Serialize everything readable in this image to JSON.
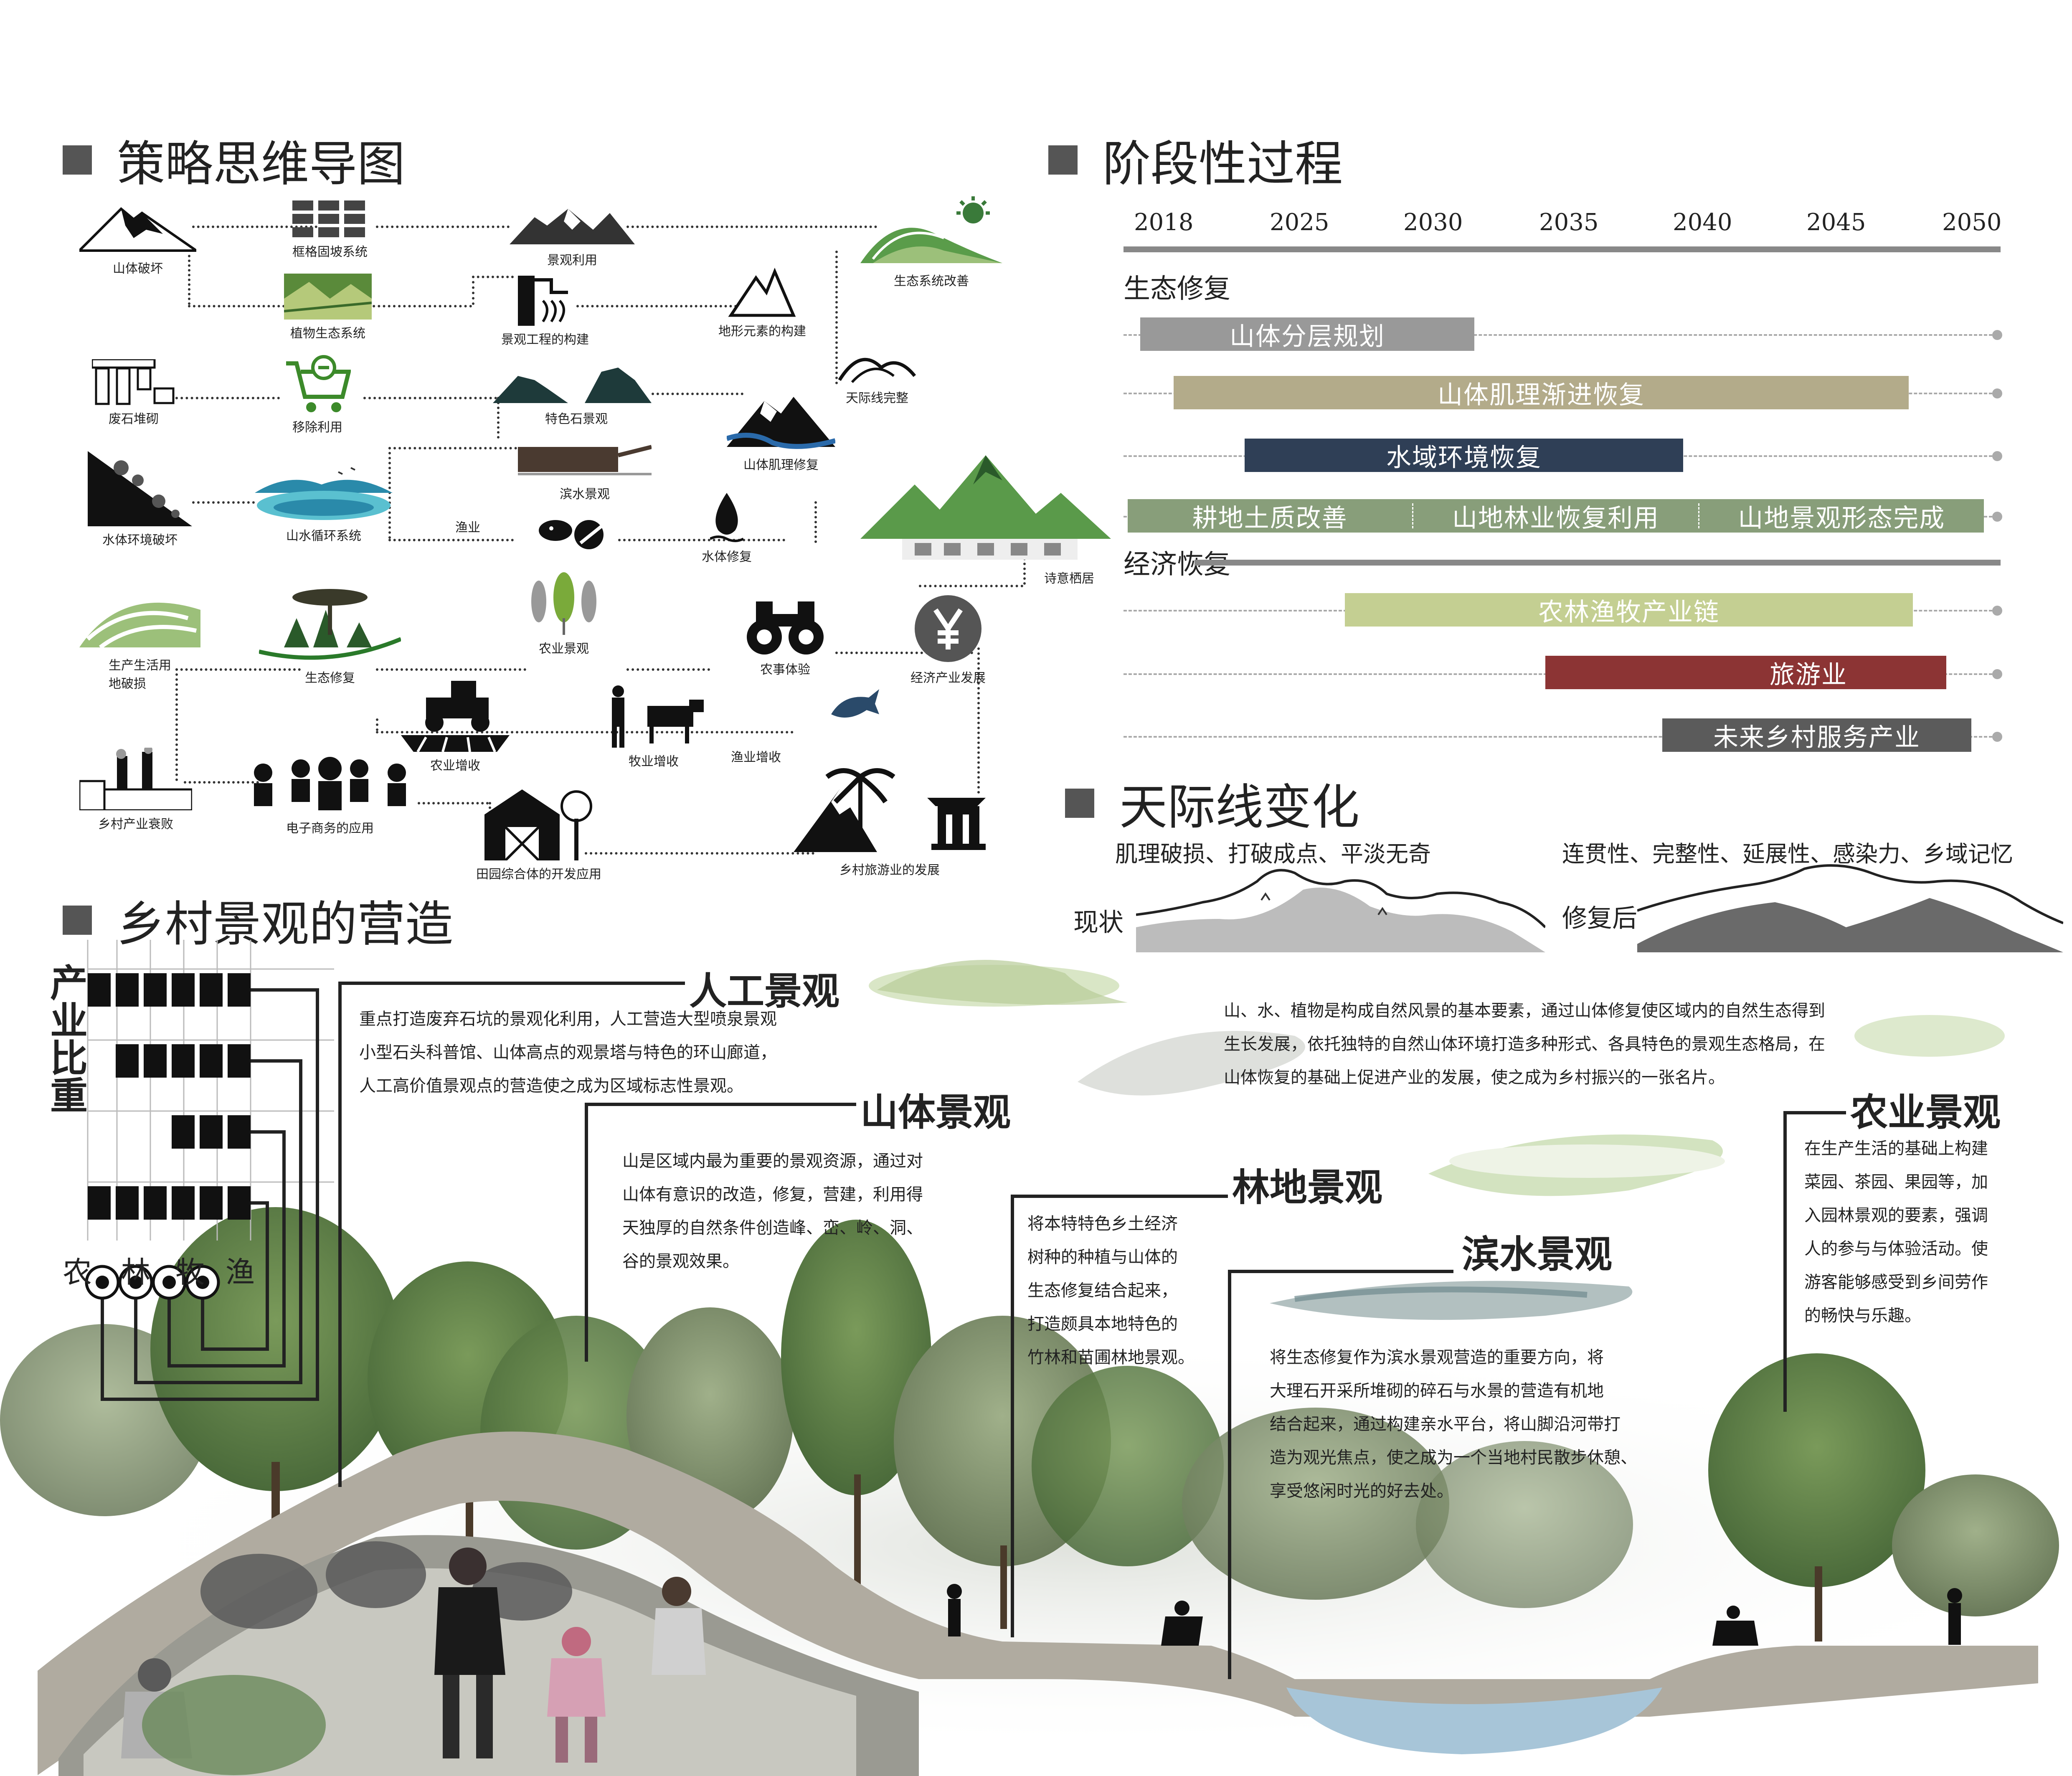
{
  "mindmap": {
    "title": "策略思维导图",
    "nodes": {
      "mountain_damage": "山体破坏",
      "frame_slope": "框格固坡系统",
      "landscape_use": "景观利用",
      "eco_improve": "生态系统改善",
      "plant_eco": "植物生态系统",
      "landscape_engineering": "景观工程的构建",
      "terrain_elements": "地形元素的构建",
      "waste_stone": "废石堆砌",
      "remove_use": "移除利用",
      "feature_stone": "特色石景观",
      "skyline_complete": "天际线完整",
      "mountain_texture": "山体肌理修复",
      "waterfront": "滨水景观",
      "water_damage": "水体环境破坏",
      "landwater_cycle": "山水循环系统",
      "fishery": "渔业",
      "water_repair": "水体修复",
      "poetic_living": "诗意栖居",
      "production_damage": "生产生活用\n地破损",
      "eco_repair": "生态修复",
      "agri_landscape": "农业景观",
      "farm_experience": "农事体验",
      "economy": "经济产业发展",
      "agri_income": "农业增收",
      "livestock_income": "牧业增收",
      "fishery_income": "渔业增收",
      "rural_decline": "乡村产业衰败",
      "ecommerce": "电子商务的应用",
      "pastoral_complex": "田园综合体的开发应用",
      "rural_tourism": "乡村旅游业的发展"
    },
    "icons": {
      "mountain": "mountain-icon",
      "grid": "grid-icon",
      "cart": "cart-icon",
      "yuan": "yuan-icon",
      "binoculars": "binoculars-icon",
      "tractor": "tractor-icon",
      "people": "people-icon",
      "barn": "barn-icon",
      "palm": "palm-icon",
      "fish": "fish-icon",
      "drop": "water-drop-icon"
    }
  },
  "timeline": {
    "title": "阶段性过程",
    "years": [
      "2018",
      "2025",
      "2030",
      "2035",
      "2040",
      "2045",
      "2050"
    ],
    "group_eco": "生态修复",
    "group_econ": "经济恢复",
    "bars": [
      {
        "label": "山体分层规划",
        "color": "#999999"
      },
      {
        "label": "山体肌理渐进恢复",
        "color": "#b3ab8a"
      },
      {
        "label": "水域环境恢复",
        "color": "#2f3f56"
      },
      {
        "segments": [
          "耕地土质改善",
          "山地林业恢复利用",
          "山地景观形态完成"
        ],
        "color": "#889e7a"
      },
      {
        "label": "农林渔牧产业链",
        "color": "#c4cf92"
      },
      {
        "label": "旅游业",
        "color": "#8c3434"
      },
      {
        "label": "未来乡村服务产业",
        "color": "#5b5b5b"
      }
    ]
  },
  "skyline": {
    "title": "天际线变化",
    "before_desc": "肌理破损、打破成点、平淡无奇",
    "after_desc": "连贯性、完整性、延展性、感染力、乡域记忆",
    "before_label": "现状",
    "after_label": "修复后"
  },
  "rural": {
    "title": "乡村景观的营造",
    "industry_title": "产业比重",
    "industries": [
      "农",
      "林",
      "牧",
      "渔"
    ],
    "industry_values": [
      6,
      5,
      3,
      6
    ],
    "industry_max": 8,
    "artificial": {
      "title": "人工景观",
      "lines": [
        "重点打造废弃石坑的景观化利用，人工营造大型喷泉景观",
        "小型石头科普馆、山体高点的观景塔与特色的环山廊道，",
        "人工高价值景观点的营造使之成为区域标志性景观。"
      ]
    },
    "mountain": {
      "title": "山体景观",
      "lines": [
        "山是区域内最为重要的景观资源，通过对",
        "山体有意识的改造，修复，营建，利用得",
        "天独厚的自然条件创造峰、峦、岭、洞、",
        "谷的景观效果。"
      ]
    },
    "forest": {
      "title": "林地景观",
      "lines": [
        "将本特特色乡土经济",
        "树种的种植与山体的",
        "生态修复结合起来，",
        "打造颇具本地特色的",
        "竹林和苗圃林地景观。"
      ]
    },
    "waterfront": {
      "title": "滨水景观",
      "lines": [
        "将生态修复作为滨水景观营造的重要方向，将",
        "大理石开采所堆砌的碎石与水景的营造有机地",
        "结合起来，通过构建亲水平台，将山脚沿河带打",
        "造为观光焦点，使之成为一个当地村民散步休憩、",
        "享受悠闲时光的好去处。"
      ]
    },
    "agri": {
      "title": "农业景观",
      "lines": [
        "在生产生活的基础上构建",
        "菜园、茶园、果园等，加",
        "入园林景观的要素，强调",
        "人的参与与体验活动。使",
        "游客能够感受到乡间劳作",
        "的畅快与乐趣。"
      ]
    },
    "intro": {
      "lines": [
        "山、水、植物是构成自然风景的基本要素，通过山体修复使区域内的自然生态得到",
        "生长发展，依托独特的自然山体环境打造多种形式、各具特色的景观生态格局，在",
        "山体恢复的基础上促进产业的发展，使之成为乡村振兴的一张名片。"
      ]
    }
  }
}
